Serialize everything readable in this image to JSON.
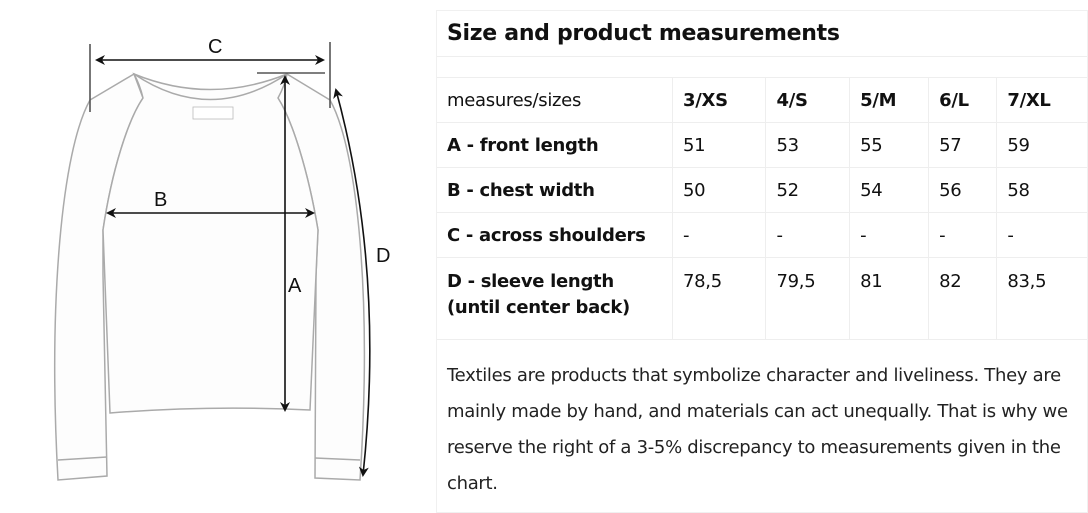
{
  "diagram": {
    "labels": {
      "a": "A",
      "b": "B",
      "c": "C",
      "d": "D"
    }
  },
  "title": "Size and product measurements",
  "table": {
    "corner": "measures/sizes",
    "sizes": [
      "3/XS",
      "4/S",
      "5/M",
      "6/L",
      "7/XL"
    ],
    "rows": [
      {
        "label": "A - front length",
        "values": [
          "51",
          "53",
          "55",
          "57",
          "59"
        ]
      },
      {
        "label": "B - chest width",
        "values": [
          "50",
          "52",
          "54",
          "56",
          "58"
        ]
      },
      {
        "label": "C - across shoulders",
        "values": [
          "-",
          "-",
          "-",
          "-",
          "-"
        ]
      },
      {
        "label": "D - sleeve length",
        "label2": "(until center back)",
        "values": [
          "78,5",
          "79,5",
          "81",
          "82",
          "83,5"
        ]
      }
    ]
  },
  "note": "Textiles are products that symbolize character and liveliness. They are mainly made by hand, and materials can act unequally. That is why we reserve the right of a 3-5% discrepancy to measurements given in the chart."
}
